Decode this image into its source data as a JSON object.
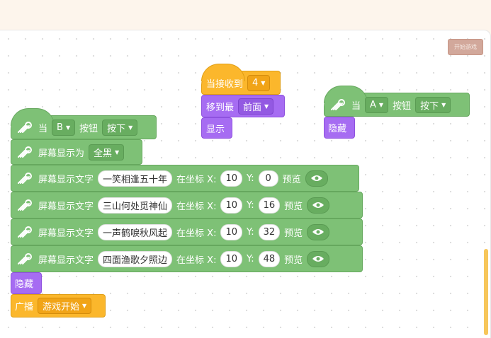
{
  "toolbar": {
    "start_game_label": "开始游戏"
  },
  "stack_b": {
    "hat": {
      "when": "当",
      "key": "B",
      "button": "按钮",
      "action": "按下"
    },
    "clear": {
      "label": "屏幕显示为",
      "value": "全黑"
    },
    "rows": [
      {
        "label": "屏幕显示文字",
        "text": "一笑相逢五十年",
        "at": "在坐标 X:",
        "x": "10",
        "y_label": "Y:",
        "y": "0",
        "preview": "预览"
      },
      {
        "label": "屏幕显示文字",
        "text": "三山何处觅神仙",
        "at": "在坐标 X:",
        "x": "10",
        "y_label": "Y:",
        "y": "16",
        "preview": "预览"
      },
      {
        "label": "屏幕显示文字",
        "text": "一声鹤唳秋风起",
        "at": "在坐标 X:",
        "x": "10",
        "y_label": "Y:",
        "y": "32",
        "preview": "预览"
      },
      {
        "label": "屏幕显示文字",
        "text": "四面渔歌夕照边",
        "at": "在坐标 X:",
        "x": "10",
        "y_label": "Y:",
        "y": "48",
        "preview": "预览"
      }
    ],
    "hide": "隐藏",
    "broadcast": {
      "label": "广播",
      "value": "游戏开始"
    }
  },
  "stack_receive": {
    "hat": {
      "label": "当接收到",
      "value": "4"
    },
    "move": {
      "label": "移到最",
      "value": "前面"
    },
    "show": "显示"
  },
  "stack_a": {
    "hat": {
      "when": "当",
      "key": "A",
      "button": "按钮",
      "action": "按下"
    },
    "hide": "隐藏"
  },
  "colors": {
    "looks_green": "#7ec176",
    "looks_purple": "#a66cf2",
    "events_orange": "#fbb72c"
  }
}
